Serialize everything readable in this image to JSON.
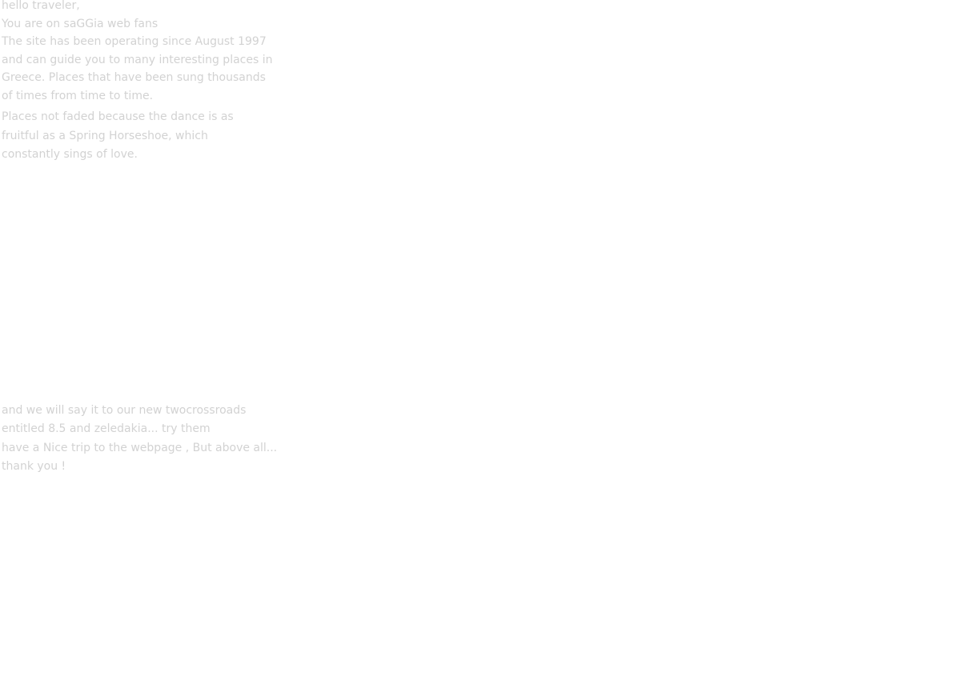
{
  "intro": {
    "lines": [
      "hello traveler,",
      "You are on saGGia web fans",
      "The site has been operating since August 1997",
      "and can guide you to many interesting places in",
      "Greece. Places that have been sung thousands",
      "of times from time to time."
    ]
  },
  "places": {
    "lines": [
      "Places not faded because the dance is as",
      "fruitful as a Spring Horseshoe, which",
      "constantly sings of love."
    ]
  },
  "closing": {
    "lines": [
      "and we will say it to our new twocrossroads",
      "entitled 8.5 and zeledakia... try them",
      "have a Nice trip to the webpage , But above all...",
      "thank you !"
    ]
  },
  "colors": {
    "text": "#d2d2d2",
    "faded_text": "#f4f4f4",
    "background": "#ffffff"
  }
}
